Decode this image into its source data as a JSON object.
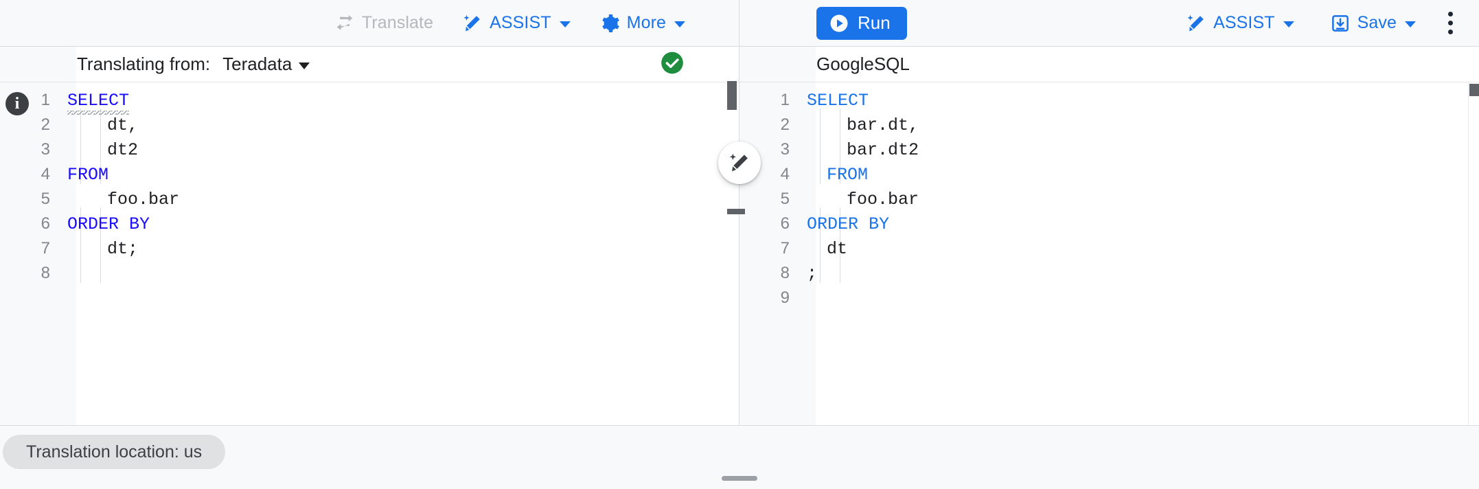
{
  "toolbar": {
    "left": [
      {
        "name": "translate",
        "label": "Translate",
        "icon": "translate-swap-icon",
        "disabled": true,
        "caret": false
      },
      {
        "name": "assist",
        "label": "ASSIST",
        "icon": "magic-wand-icon",
        "disabled": false,
        "caret": true
      },
      {
        "name": "more",
        "label": "More",
        "icon": "gear-icon",
        "disabled": false,
        "caret": true
      }
    ],
    "right": {
      "run_label": "Run",
      "run_icon": "play-icon",
      "assist_label": "ASSIST",
      "assist_icon": "magic-wand-icon",
      "save_label": "Save",
      "save_icon": "save-disk-icon",
      "overflow_icon": "kebab-menu-icon"
    }
  },
  "source_pane": {
    "header_label": "Translating from:",
    "dialect": "Teradata",
    "status_icon": "green-check-circle-icon",
    "status_color": "#1e8e3e",
    "info_icon": "info-icon",
    "lines": [
      {
        "n": "1",
        "text": "SELECT",
        "kw": true,
        "squiggle": true,
        "indent": 0
      },
      {
        "n": "2",
        "text": "dt,",
        "kw": false,
        "squiggle": false,
        "indent": 2
      },
      {
        "n": "3",
        "text": "dt2",
        "kw": false,
        "squiggle": false,
        "indent": 2
      },
      {
        "n": "4",
        "text": "FROM",
        "kw": true,
        "squiggle": false,
        "indent": 0
      },
      {
        "n": "5",
        "text": "foo.bar",
        "kw": false,
        "squiggle": false,
        "indent": 2
      },
      {
        "n": "6",
        "text": "ORDER BY",
        "kw": true,
        "squiggle": false,
        "indent": 0
      },
      {
        "n": "7",
        "text": "dt;",
        "kw": false,
        "squiggle": false,
        "indent": 2
      },
      {
        "n": "8",
        "text": "",
        "kw": false,
        "squiggle": false,
        "indent": 0
      }
    ]
  },
  "target_pane": {
    "header_label": "GoogleSQL",
    "wand_icon": "magic-wand-edit-icon",
    "lines": [
      {
        "n": "1",
        "text": "SELECT",
        "kw": true,
        "indent": 0
      },
      {
        "n": "2",
        "text": "bar.dt,",
        "kw": false,
        "indent": 2
      },
      {
        "n": "3",
        "text": "bar.dt2",
        "kw": false,
        "indent": 2
      },
      {
        "n": "4",
        "text": "FROM",
        "kw": true,
        "indent": 1
      },
      {
        "n": "5",
        "text": "foo.bar",
        "kw": false,
        "indent": 2
      },
      {
        "n": "6",
        "text": "ORDER BY",
        "kw": true,
        "indent": 0
      },
      {
        "n": "7",
        "text": "dt",
        "kw": false,
        "indent": 1
      },
      {
        "n": "8",
        "text": ";",
        "kw": false,
        "indent": 0
      },
      {
        "n": "9",
        "text": "",
        "kw": false,
        "indent": 0
      }
    ]
  },
  "footer": {
    "location_chip": "Translation location: us",
    "drag_handle": "resize-handle"
  },
  "colors": {
    "accent_blue": "#1a73e8",
    "keyword_blue": "#1a0dff",
    "success_green": "#1e8e3e",
    "toolbar_bg": "#f8f9fa",
    "border": "#dadce0"
  }
}
